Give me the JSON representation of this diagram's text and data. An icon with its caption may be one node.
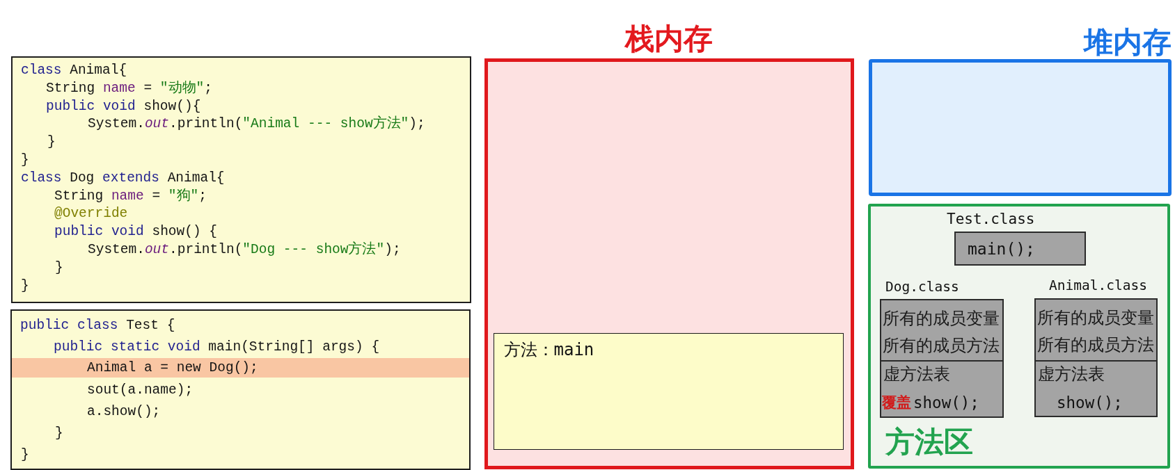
{
  "diagram": {
    "nodes": [
      {
        "text": [
          "class Animal{",
          "String name = \"动物\";",
          "public void show(){",
          "System.*out*.println(\"Animal --- show方法\");",
          "}",
          "}",
          "class Dog extends Animal{",
          "String name = \"狗\";",
          "@Override",
          "public void show() {",
          "System.*out*.println(\"Dog --- show方法\");",
          "}",
          "}"
        ]
      },
      {
        "text": [
          "public class Test {",
          "public static void main(String[] args) {",
          "Animal a = new Dog();",
          "sout(a.name);",
          "a.show();",
          "}",
          "}"
        ]
      },
      {
        "text": [
          "栈内存"
        ]
      },
      {
        "text": [
          "方法：main"
        ],
        "in": 2
      },
      {
        "text": [
          "堆内存"
        ]
      },
      {
        "text": [
          "方法区"
        ]
      },
      {
        "text": [
          "Test.class",
          "main();"
        ],
        "in": 5
      },
      {
        "text": [
          "Dog.class"
        ],
        "in": 5
      },
      {
        "text": [
          "所有的成员变量",
          "所有的成员方法"
        ],
        "in": 7
      },
      {
        "text": [
          "虚方法表",
          "覆盖",
          "show();"
        ],
        "in": 7
      },
      {
        "text": [
          "Animal.class"
        ],
        "in": 5
      },
      {
        "text": [
          "所有的成员变量",
          "所有的成员方法"
        ],
        "in": 10
      },
      {
        "text": [
          "虚方法表",
          "show();"
        ],
        "in": 10
      }
    ]
  }
}
